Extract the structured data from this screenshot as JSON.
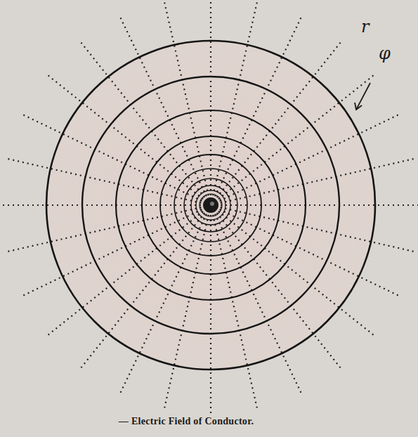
{
  "diagram": {
    "caption": "— Electric Field of Conductor.",
    "labels": [
      "r",
      "φ"
    ]
  }
}
